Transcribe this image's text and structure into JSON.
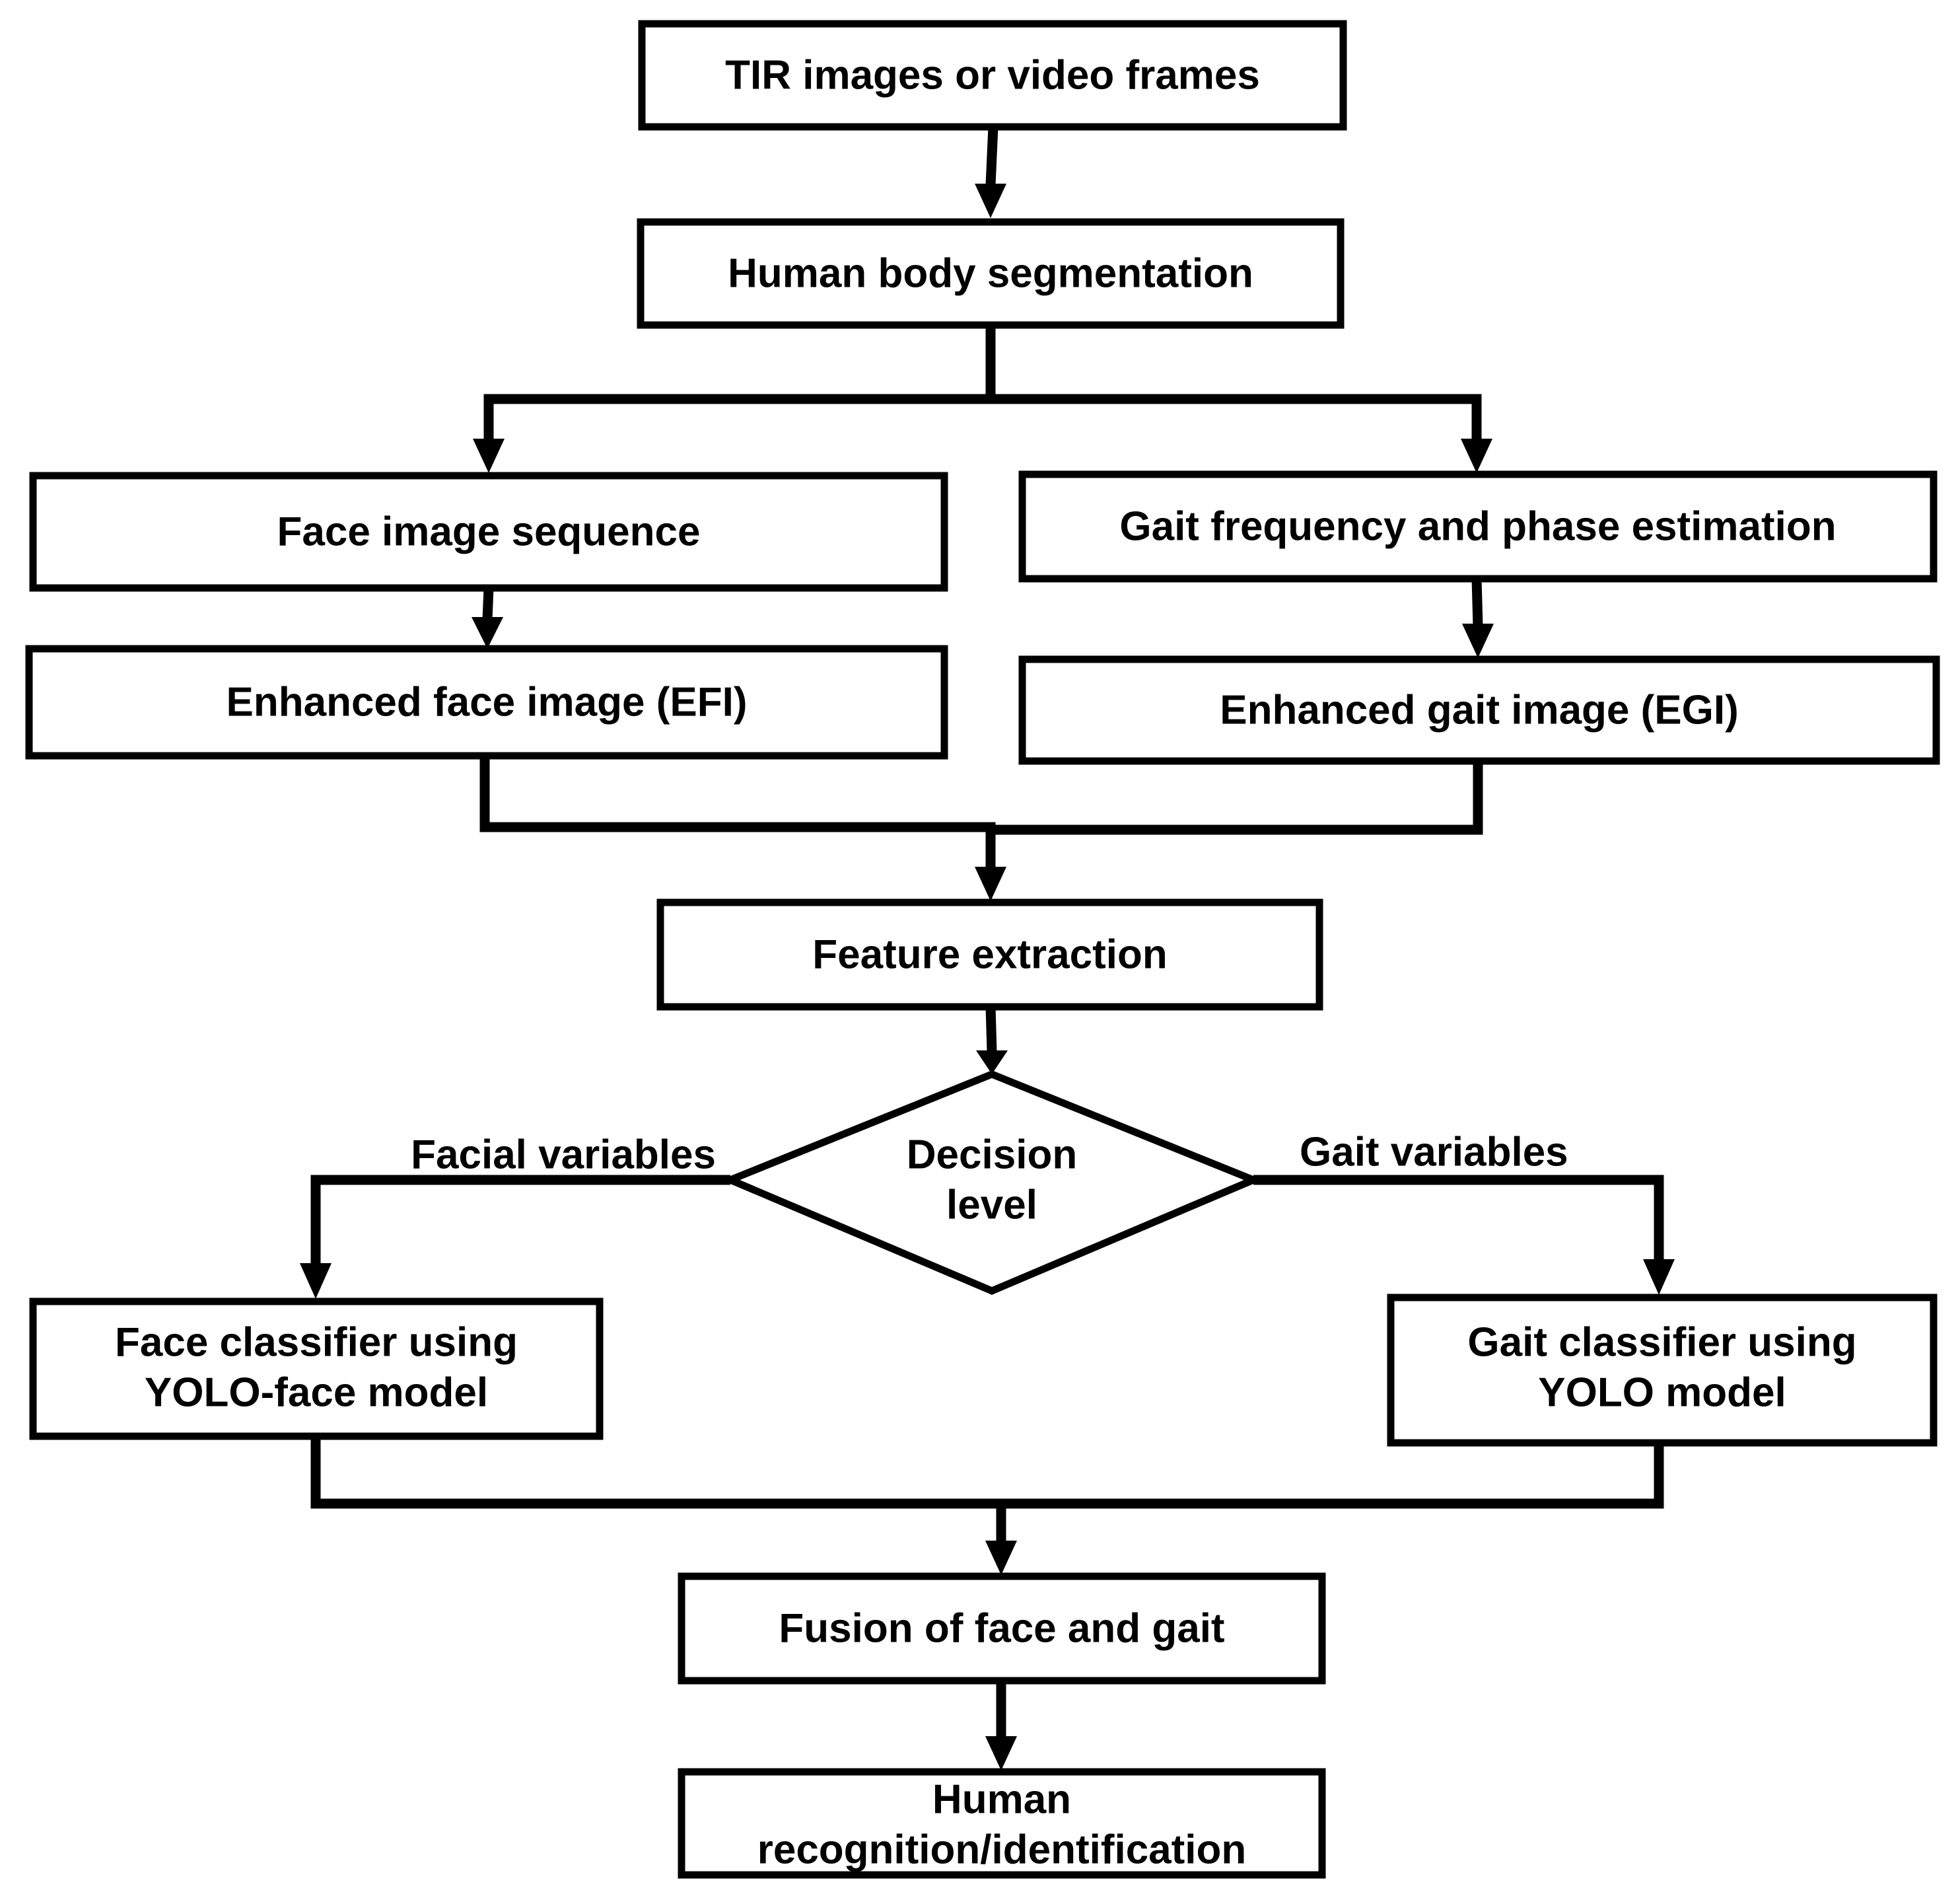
{
  "diagram": {
    "nodes": {
      "tir_input": {
        "label": "TIR images or video frames"
      },
      "body_segmentation": {
        "label": "Human body segmentation"
      },
      "face_sequence": {
        "label": "Face image sequence"
      },
      "gait_estimation": {
        "label": "Gait frequency and phase estimation"
      },
      "efi": {
        "label": "Enhanced face image (EFI)"
      },
      "egi": {
        "label": "Enhanced gait image (EGI)"
      },
      "feature_extraction": {
        "label": "Feature extraction"
      },
      "decision": {
        "line1": "Decision",
        "line2": "level"
      },
      "face_classifier": {
        "line1": "Face classifier using",
        "line2": "YOLO-face model"
      },
      "gait_classifier": {
        "line1": "Gait classifier using",
        "line2": "YOLO model"
      },
      "fusion": {
        "label": "Fusion of face and gait"
      },
      "recognition": {
        "line1": "Human",
        "line2": "recognition/identification"
      }
    },
    "edge_labels": {
      "facial_variables": "Facial variables",
      "gait_variables": "Gait variables"
    },
    "colors": {
      "stroke": "#000000",
      "fill": "#ffffff",
      "text": "#000000"
    }
  }
}
